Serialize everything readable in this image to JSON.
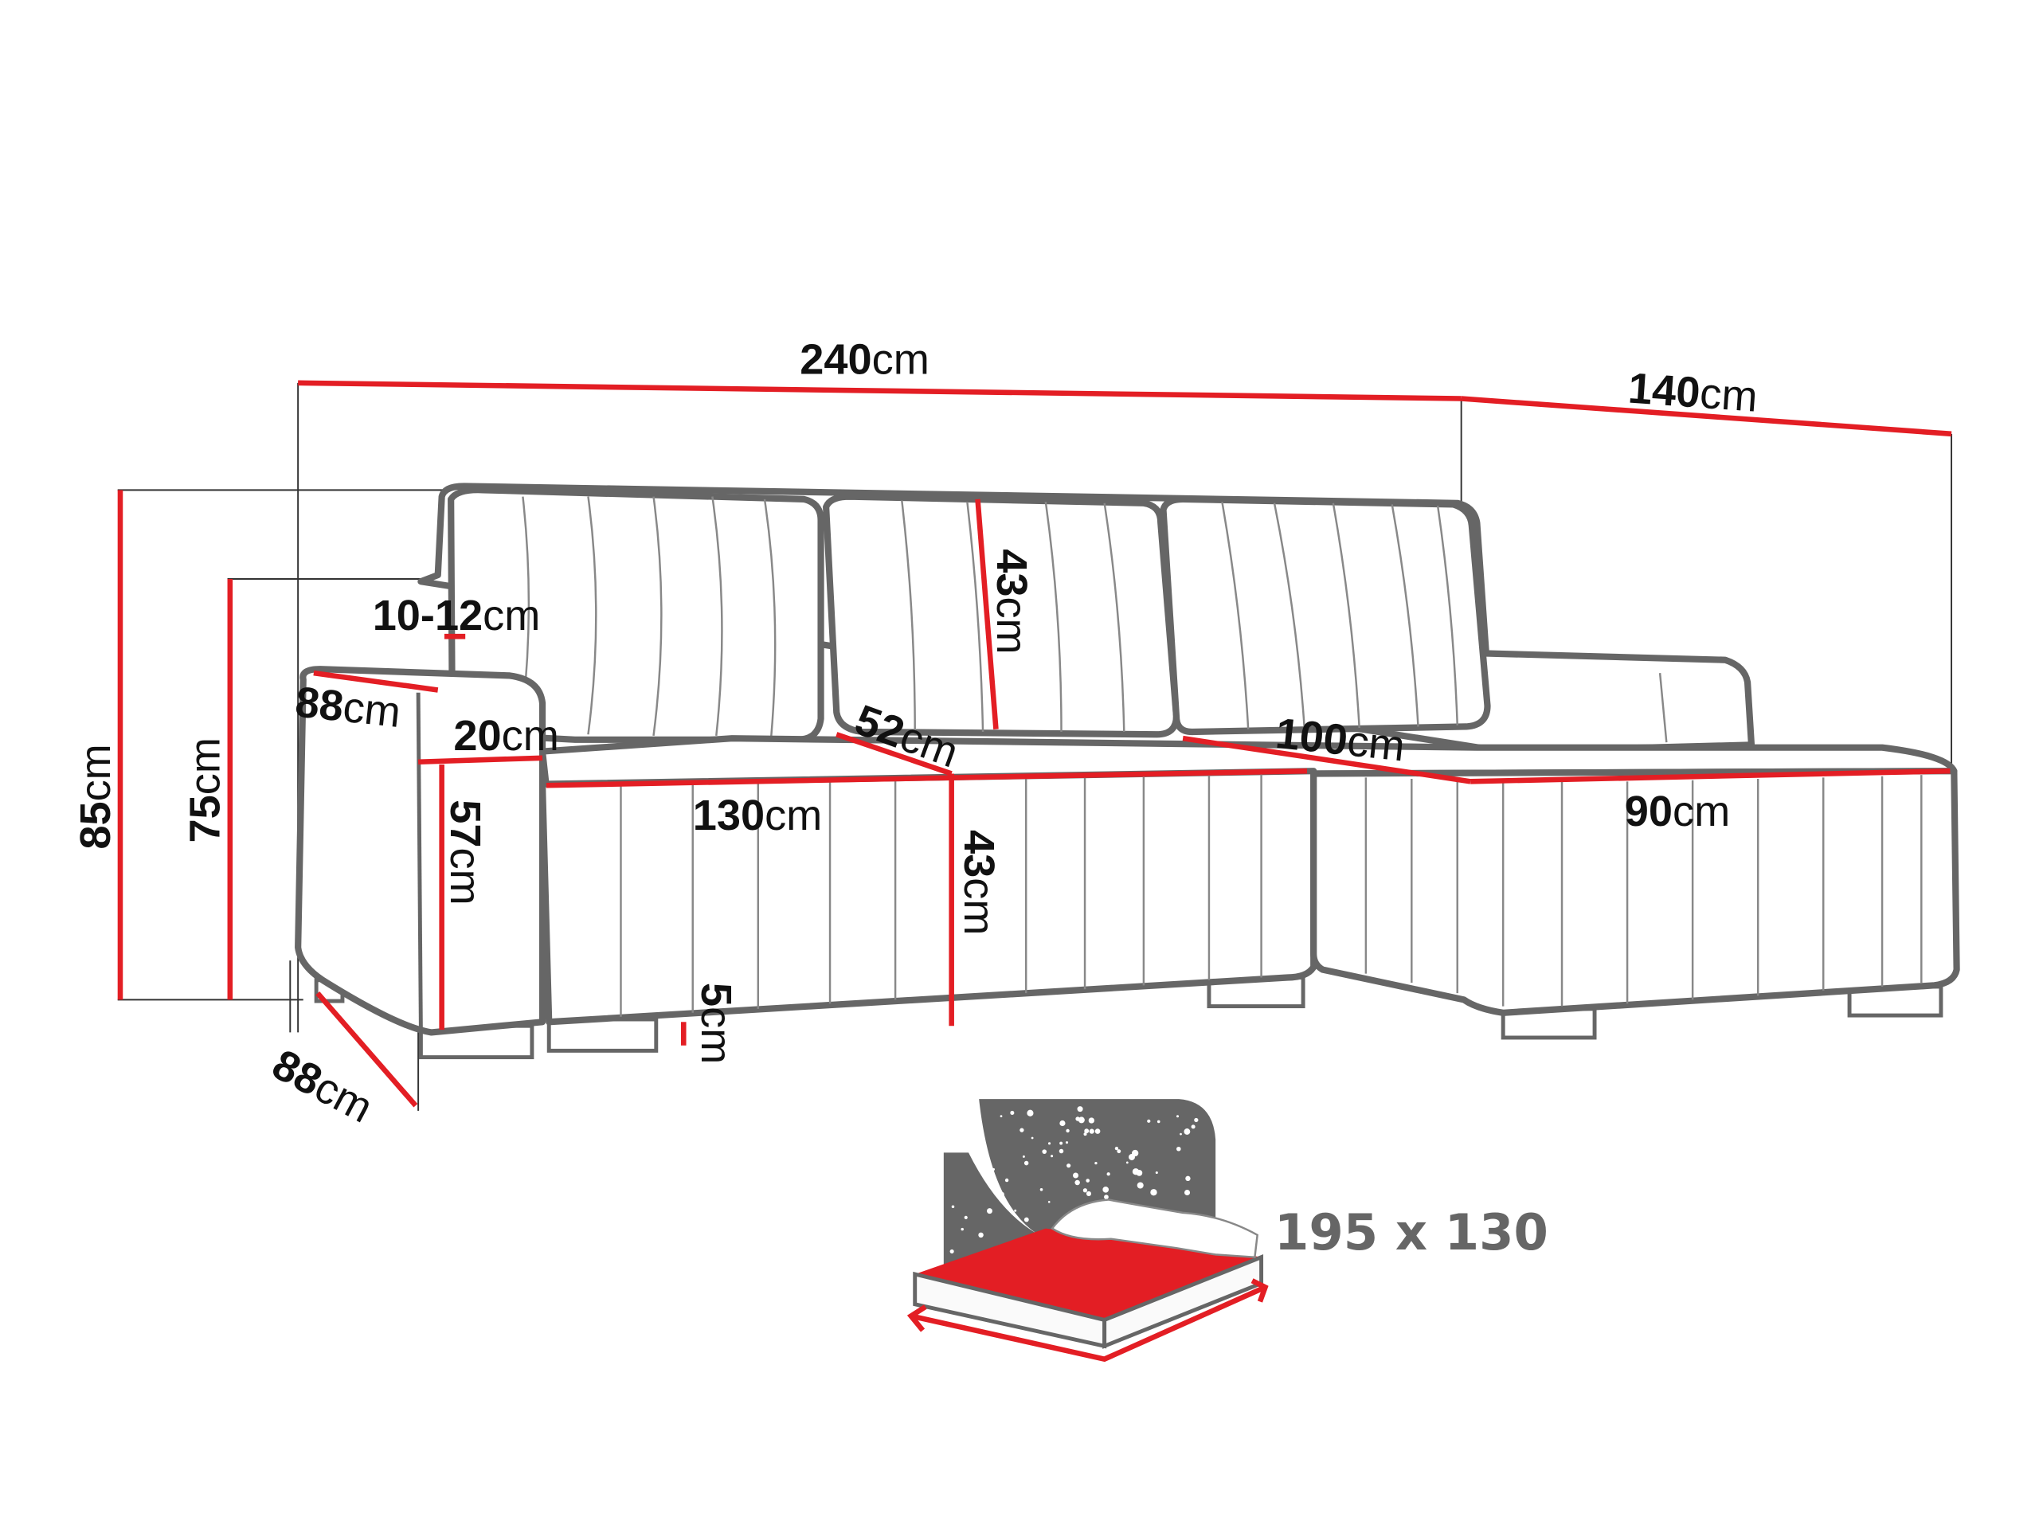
{
  "colors": {
    "dimension_line": "#e31e24",
    "outline": "#666666",
    "bed_icon_bg": "#666666",
    "mattress": "#e31e24"
  },
  "unit": "cm",
  "dimensions": {
    "total_width": {
      "value": "240",
      "unit": "cm"
    },
    "chaise_depth": {
      "value": "140",
      "unit": "cm"
    },
    "total_height": {
      "value": "85",
      "unit": "cm"
    },
    "armrest_height": {
      "value": "75",
      "unit": "cm"
    },
    "back_cushion_thickness": {
      "value": "10-12",
      "unit": "cm"
    },
    "armrest_depth": {
      "value": "88",
      "unit": "cm"
    },
    "armrest_width": {
      "value": "20",
      "unit": "cm"
    },
    "seat_depth": {
      "value": "52",
      "unit": "cm"
    },
    "back_cushion_height": {
      "value": "43",
      "unit": "cm"
    },
    "chaise_seat_length": {
      "value": "100",
      "unit": "cm"
    },
    "seat_width": {
      "value": "130",
      "unit": "cm"
    },
    "chaise_width": {
      "value": "90",
      "unit": "cm"
    },
    "armrest_front_height": {
      "value": "57",
      "unit": "cm"
    },
    "seat_height": {
      "value": "43",
      "unit": "cm"
    },
    "leg_height": {
      "value": "5",
      "unit": "cm"
    },
    "total_depth": {
      "value": "88",
      "unit": "cm"
    }
  },
  "sleeping_area": {
    "label": "195 x 130",
    "icon": "bed-icon"
  }
}
